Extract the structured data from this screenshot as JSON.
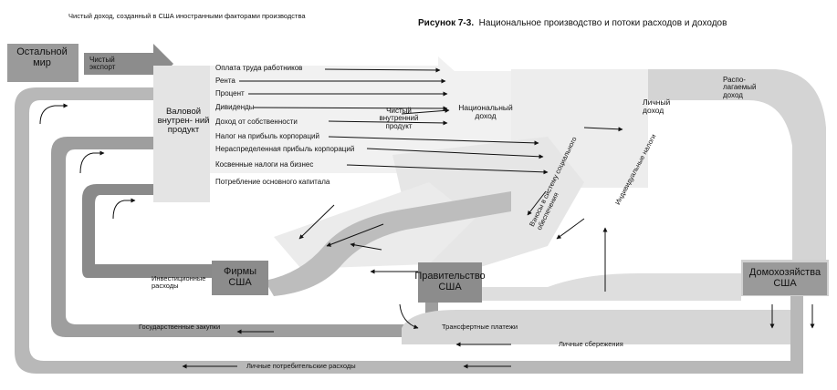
{
  "figure": {
    "label": "Рисунок 7-3.",
    "title": "Национальное производство и потоки расходов и доходов"
  },
  "top_note": "Чистый доход, созданный в США иностранными факторами производства",
  "sectors": {
    "rest_of_world": "Остальной мир",
    "net_export": "Чистый экспорт",
    "gdp": "Валовой внутрен- ний продукт",
    "ndp": "Чистый внутренний продукт",
    "national_income": "Национальный доход",
    "personal_income": "Личный доход",
    "disposable_income": "Распо- лагаемый доход",
    "firms": "Фирмы США",
    "government": "Правительство США",
    "households": "Домохозяйства США"
  },
  "income_items": [
    "Оплата труда работников",
    "Рента",
    "Процент",
    "Дивиденды",
    "Доход от собственности",
    "Налог на прибыль корпораций",
    "Нераспределенная прибыль корпораций",
    "Косвенные налоги на бизнес",
    "Потребление основного капитала"
  ],
  "flows": {
    "social_security": "Взносы в систему социального обеспечения",
    "individual_taxes": "Индивидуальные налоги",
    "investment": "Инвестиционные расходы",
    "gov_purchases": "Государственные закупки",
    "transfers": "Трансфертные платежи",
    "savings": "Личные сбережения",
    "consumption": "Личные потребительские расходы"
  }
}
